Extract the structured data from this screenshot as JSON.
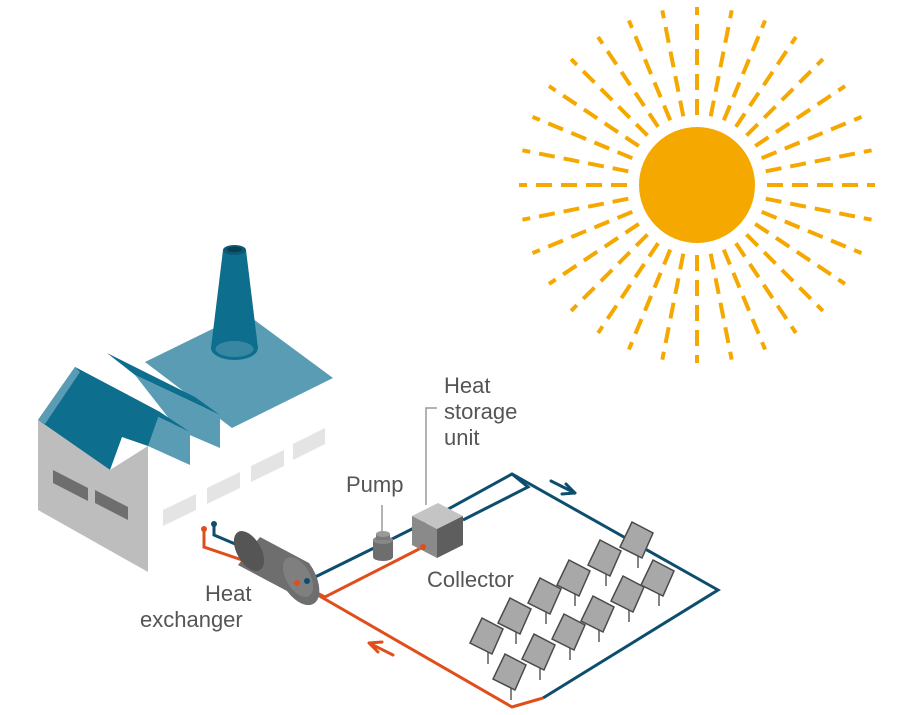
{
  "labels": {
    "heat_storage_line1": "Heat",
    "heat_storage_line2": "storage",
    "heat_storage_line3": "unit",
    "pump": "Pump",
    "collector": "Collector",
    "heat_exchanger_line1": "Heat",
    "heat_exchanger_line2": "exchanger"
  },
  "colors": {
    "sun": "#F5A800",
    "factory_roof": "#0E6E8E",
    "factory_roof_light": "#5A9CB4",
    "factory_wall": "#BDBDBD",
    "cold_pipe": "#0D4E6E",
    "hot_pipe": "#E04E1B",
    "panel": "#A8A8A8",
    "equipment": "#6E6E6E",
    "label_text": "#555555"
  },
  "icons": [
    "sun-icon",
    "factory-icon",
    "solar-panel-icon",
    "pump-icon",
    "heat-storage-icon",
    "heat-exchanger-icon",
    "flow-arrow-icon"
  ]
}
